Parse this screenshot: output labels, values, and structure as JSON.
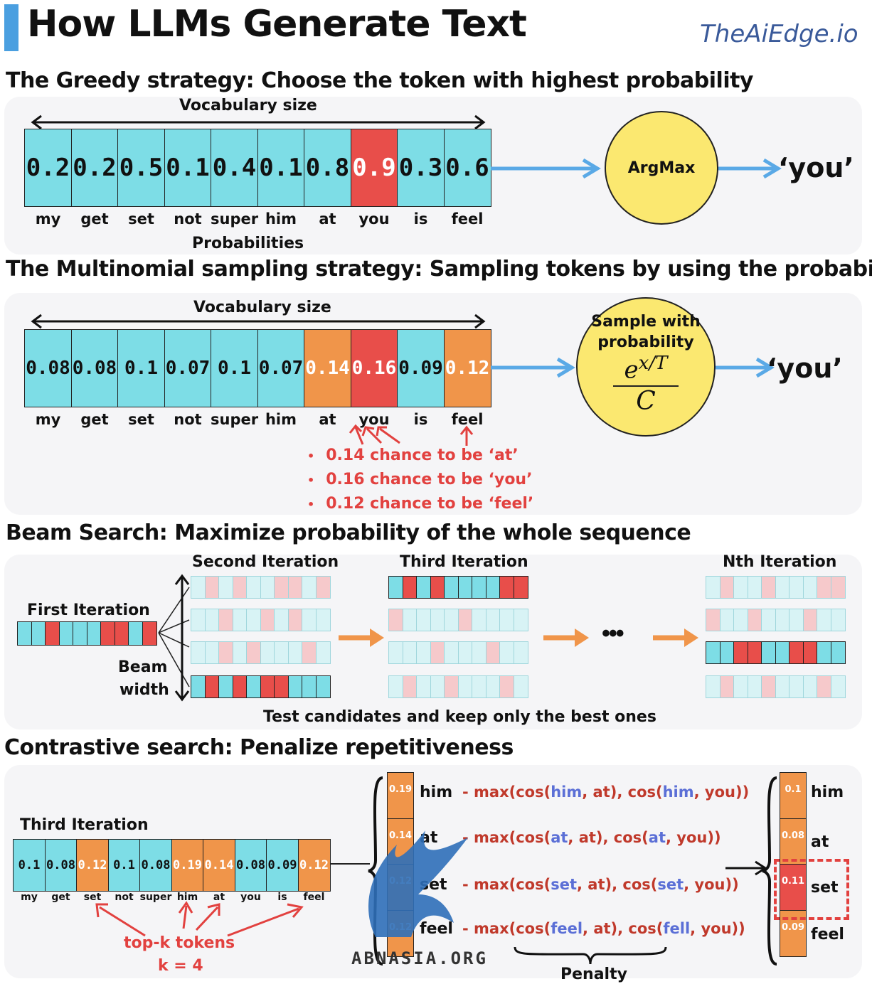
{
  "title": "How LLMs Generate Text",
  "brand": "TheAiEdge.io",
  "colors": {
    "cyan": "#7ddde6",
    "red": "#e84e4a",
    "orange": "#f0954a",
    "yellow": "#fbe870",
    "blue_arrow": "#5aa9e6",
    "accent_bar": "#4a9fe0"
  },
  "greedy": {
    "heading": "The Greedy strategy: Choose the token with highest probability",
    "vocab_label": "Vocabulary size",
    "probs_label": "Probabilities",
    "values": [
      "0.2",
      "0.2",
      "0.5",
      "0.1",
      "0.4",
      "0.1",
      "0.8",
      "0.9",
      "0.3",
      "0.6"
    ],
    "tokens": [
      "my",
      "get",
      "set",
      "not",
      "super",
      "him",
      "at",
      "you",
      "is",
      "feel"
    ],
    "highlight_index": 7,
    "op_label": "ArgMax",
    "output": "‘you’"
  },
  "multinomial": {
    "heading": "The Multinomial sampling strategy: Sampling tokens by using the probability",
    "vocab_label": "Vocabulary size",
    "values": [
      "0.08",
      "0.08",
      "0.1",
      "0.07",
      "0.1",
      "0.07",
      "0.14",
      "0.16",
      "0.09",
      "0.12"
    ],
    "tokens": [
      "my",
      "get",
      "set",
      "not",
      "super",
      "him",
      "at",
      "you",
      "is",
      "feel"
    ],
    "op_line1": "Sample with",
    "op_line2": "probability",
    "formula_num": "e",
    "formula_exp": "x/T",
    "formula_den": "C",
    "output": "‘you’",
    "bullets": [
      "0.14 chance to be ‘at’",
      "0.16 chance to be ‘you’",
      "0.12 chance to be ‘feel’"
    ]
  },
  "beam": {
    "heading": "Beam Search: Maximize probability of the whole sequence",
    "first_iter": "First Iteration",
    "second_iter": "Second Iteration",
    "third_iter": "Third Iteration",
    "nth_iter": "Nth Iteration",
    "beam_width_1": "Beam",
    "beam_width_2": "width",
    "ellipsis": "•••",
    "caption": "Test candidates and keep only the best ones"
  },
  "contrastive": {
    "heading": "Contrastive search: Penalize repetitiveness",
    "third_iter": "Third Iteration",
    "values": [
      "0.1",
      "0.08",
      "0.12",
      "0.1",
      "0.08",
      "0.19",
      "0.14",
      "0.08",
      "0.09",
      "0.12"
    ],
    "tokens": [
      "my",
      "get",
      "set",
      "not",
      "super",
      "him",
      "at",
      "you",
      "is",
      "feel"
    ],
    "topk_1": "top-k tokens",
    "topk_2": "k = 4",
    "candidates": [
      {
        "value": "0.19",
        "token": "him",
        "pen_a": "him",
        "pen_b": "him"
      },
      {
        "value": "0.14",
        "token": "at",
        "pen_a": "at",
        "pen_b": "at"
      },
      {
        "value": "0.12",
        "token": "set",
        "pen_a": "set",
        "pen_b": "set"
      },
      {
        "value": "0.12",
        "token": "feel",
        "pen_a": "feel",
        "pen_b": "fell"
      }
    ],
    "pen_prefix": "- max(cos(",
    "pen_mid1": ", at), cos(",
    "pen_end": ", you))",
    "penalty_label": "Penalty",
    "results": [
      {
        "value": "0.1",
        "token": "him"
      },
      {
        "value": "0.08",
        "token": "at"
      },
      {
        "value": "0.11",
        "token": "set"
      },
      {
        "value": "0.09",
        "token": "feel"
      }
    ]
  },
  "watermark": "ABNASIA.ORG"
}
